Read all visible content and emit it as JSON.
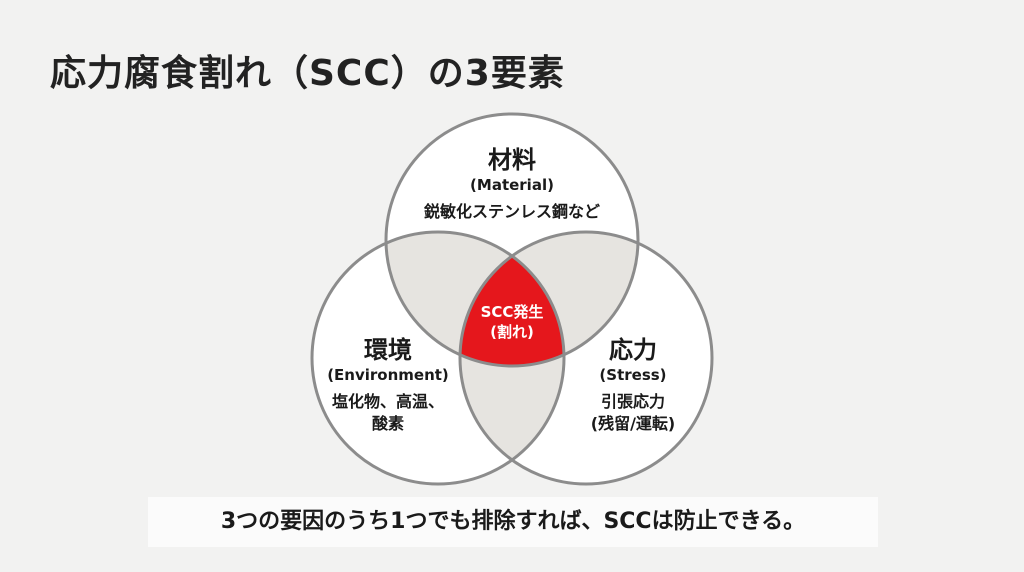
{
  "title": "応力腐食割れ（SCC）の3要素",
  "colors": {
    "background": "#f2f2f1",
    "overlap": "#e6e4e0",
    "center": "#e5171c",
    "outline": "#8c8c8c"
  },
  "factors": [
    {
      "heading": "材料",
      "english": "(Material)",
      "detail": [
        "鋭敏化ステンレス鋼など"
      ]
    },
    {
      "heading": "環境",
      "english": "(Environment)",
      "detail": [
        "塩化物、高温、",
        "酸素"
      ]
    },
    {
      "heading": "応力",
      "english": "(Stress)",
      "detail": [
        "引張応力",
        "(残留/運転)"
      ]
    }
  ],
  "center": [
    "SCC発生",
    "(割れ)"
  ],
  "caption": "3つの要因のうち1つでも排除すれば、SCCは防止できる。"
}
